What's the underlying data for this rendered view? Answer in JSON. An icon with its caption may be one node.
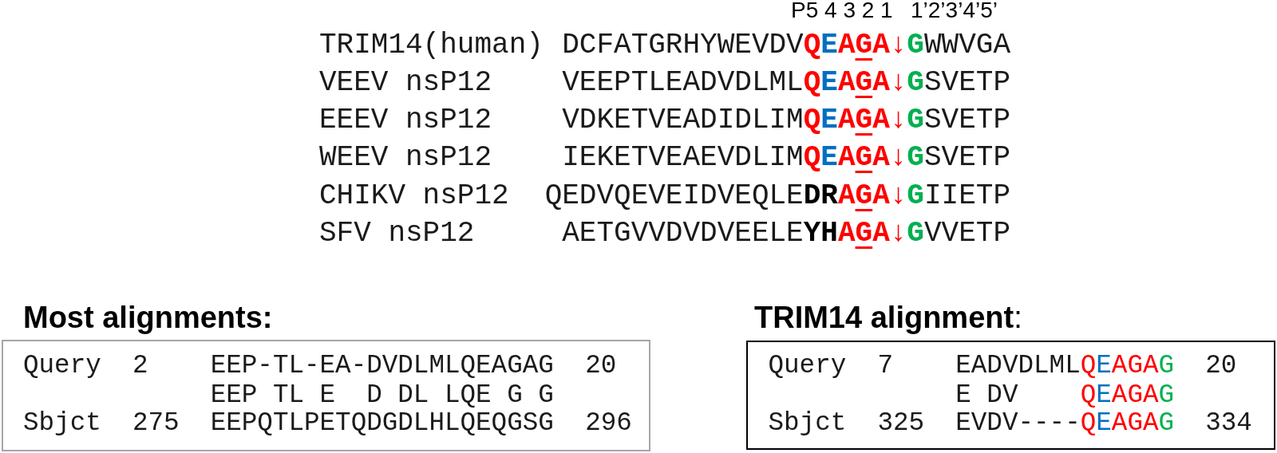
{
  "diagram": {
    "nodes": [
      {
        "text": [
          "Most alignments:",
          "Query",
          "2",
          "EEP-TL-EA-DVDLMLQEAGAG",
          "20",
          "EEP TL E  D DL LQE G G",
          "Sbjct",
          "275",
          "EEPQTLPETQDGDLHLQEQGSG",
          "296"
        ]
      },
      {
        "text": [
          "**TRIM14 alignment**:",
          "Query",
          "7",
          "EADVDLMLQEAGAG",
          "20",
          "E DV    QEAGAG",
          "Sbjct",
          "325",
          "EVDV----QEAGAG",
          "334"
        ]
      }
    ],
    "labels": [
      "P5 4 3 2 1",
      "1’2’3’4’5’",
      "TRIM14(human)",
      "DCFATGRHYWEVDV**QEAGA↓G**WWVGA",
      "VEEV nsP12",
      "VEEPTLEADVDLML**QEAGA↓G**SVETP",
      "EEEV nsP12",
      "VDKETVEADIDLIM**QEAGA↓G**SVETP",
      "WEEV nsP12",
      "IEKETVEAEVDLIM**QEAGA↓G**SVETP",
      "CHIKV nsP12",
      "QEDVQEVEIDVEQLE**DRAGA↓G**IIETP",
      "SFV nsP12",
      "AETGVVDVDVEELE**YHAGA↓G**VVETP"
    ]
  }
}
